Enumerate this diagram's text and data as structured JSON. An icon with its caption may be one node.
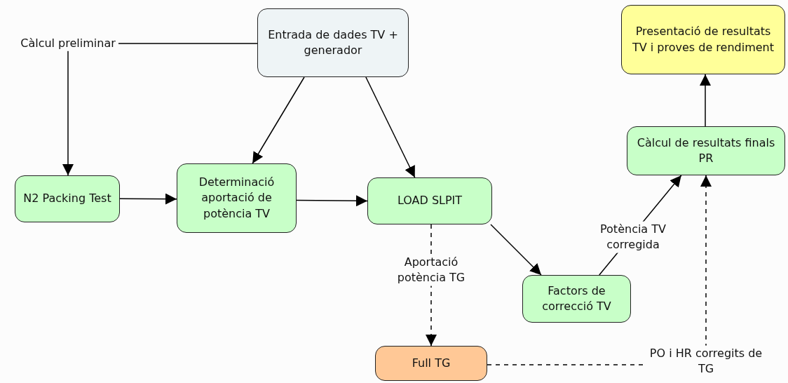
{
  "diagram": {
    "nodes": [
      {
        "text": [
          "Entrada de dades TV + generador"
        ]
      },
      {
        "text": [
          "Presentació de resultats TV i proves de rendiment"
        ]
      },
      {
        "text": [
          "N2 Packing Test"
        ]
      },
      {
        "text": [
          "Determinació aportació de potència TV"
        ]
      },
      {
        "text": [
          "LOAD SLPIT"
        ]
      },
      {
        "text": [
          "Càlcul de resultats finals PR"
        ]
      },
      {
        "text": [
          "Factors de correcció TV"
        ]
      },
      {
        "text": [
          "Full TG"
        ]
      }
    ],
    "edges": [
      {
        "from": 0,
        "to": 2,
        "arrow": "to",
        "label": "Càlcul preliminar"
      },
      {
        "from": 0,
        "to": 3,
        "arrow": "to"
      },
      {
        "from": 0,
        "to": 4,
        "arrow": "to"
      },
      {
        "from": 2,
        "to": 3,
        "arrow": "to"
      },
      {
        "from": 3,
        "to": 4,
        "arrow": "to"
      },
      {
        "from": 4,
        "to": 7,
        "arrow": "to",
        "style": "dashed",
        "label": "Aportació potència TG"
      },
      {
        "from": 4,
        "to": 6,
        "arrow": "to"
      },
      {
        "from": 6,
        "to": 5,
        "arrow": "to",
        "label": "Potència TV corregida"
      },
      {
        "from": 7,
        "to": 5,
        "arrow": "to",
        "style": "dashed",
        "label": "PO i HR corregits de TG"
      },
      {
        "from": 5,
        "to": 1,
        "arrow": "to"
      }
    ]
  }
}
